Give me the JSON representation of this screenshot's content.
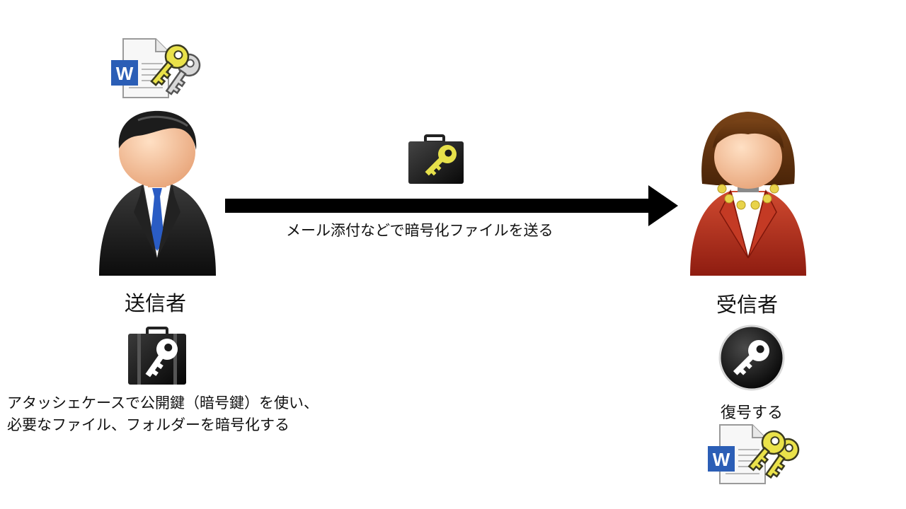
{
  "sender": {
    "name": "送信者",
    "document_badge": "W"
  },
  "receiver": {
    "name": "受信者",
    "document_badge": "W",
    "decrypt_label": "復号する"
  },
  "transfer": {
    "label": "メール添付などで暗号化ファイルを送る"
  },
  "encrypt_step": {
    "line1": "アタッシェケースで公開鍵（暗号鍵）を使い、",
    "line2": "必要なファイル、フォルダーを暗号化する"
  },
  "colors": {
    "arrow": "#000000",
    "word_blue": "#2b5eb6",
    "key_yellow": "#e6e04a",
    "key_gray": "#cfcfcf",
    "skin": "#f6c29a",
    "suit": "#1a1a1a",
    "tie": "#2a5cc4",
    "dress": "#b22a18",
    "hair_female": "#6b3b14",
    "pearl": "#e8d34a"
  },
  "icons": {
    "sender_doc": "word-document-with-keys-icon",
    "sender_avatar": "businessman-icon",
    "encrypted_case": "briefcase-key-icon",
    "receiver_avatar": "businesswoman-icon",
    "decrypt": "key-circle-icon",
    "receiver_doc": "word-document-with-keys-icon"
  }
}
